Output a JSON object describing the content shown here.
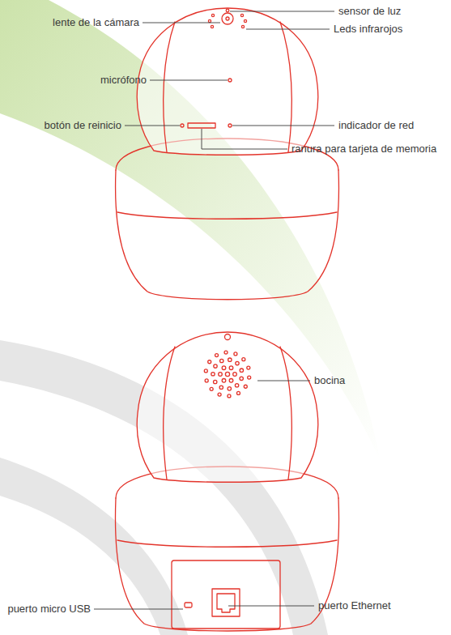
{
  "diagram": {
    "labels": [
      "sensor de luz",
      "lente de la cámara",
      "Leds infrarojos",
      "micrófono",
      "botón de reinicio",
      "indicador de red",
      "ranura para tarjeta de memoria",
      "bocina",
      "puerto micro USB",
      "puerto Ethernet"
    ]
  }
}
